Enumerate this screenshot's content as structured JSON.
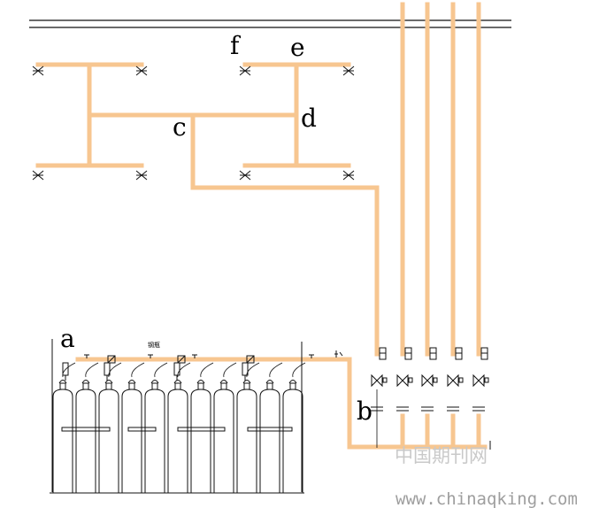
{
  "labels": {
    "a": "a",
    "b": "b",
    "c": "c",
    "d": "d",
    "e": "e",
    "f": "f"
  },
  "small_annotation": "钢瓶",
  "watermark": {
    "site_cn": "中国期刊网",
    "url": "www.chinaqking.com"
  },
  "colors": {
    "pipe": "#f7c690",
    "line": "#111111",
    "watermark_cn": "#c9c9c9",
    "watermark_url": "#9e9e9e"
  },
  "diagram": {
    "nozzle_count": 8,
    "cylinder_count": 11,
    "riser_count": 5,
    "selector_valve_count": 5
  }
}
